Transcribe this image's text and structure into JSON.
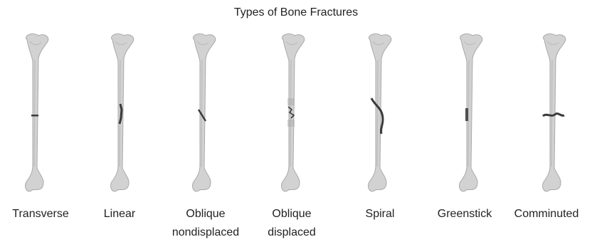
{
  "title": "Types of Bone Fractures",
  "colors": {
    "bone": "#d2d2d2",
    "bone_shade": "#a9a9a9",
    "fracture": "#3a3a3a"
  },
  "fractures": [
    {
      "id": "transverse",
      "label_lines": [
        "Transverse"
      ]
    },
    {
      "id": "linear",
      "label_lines": [
        "Linear"
      ]
    },
    {
      "id": "oblique-nondisplaced",
      "label_lines": [
        "Oblique",
        "nondisplaced"
      ]
    },
    {
      "id": "oblique-displaced",
      "label_lines": [
        "Oblique",
        "displaced"
      ]
    },
    {
      "id": "spiral",
      "label_lines": [
        "Spiral"
      ]
    },
    {
      "id": "greenstick",
      "label_lines": [
        "Greenstick"
      ]
    },
    {
      "id": "comminuted",
      "label_lines": [
        "Comminuted"
      ]
    }
  ]
}
